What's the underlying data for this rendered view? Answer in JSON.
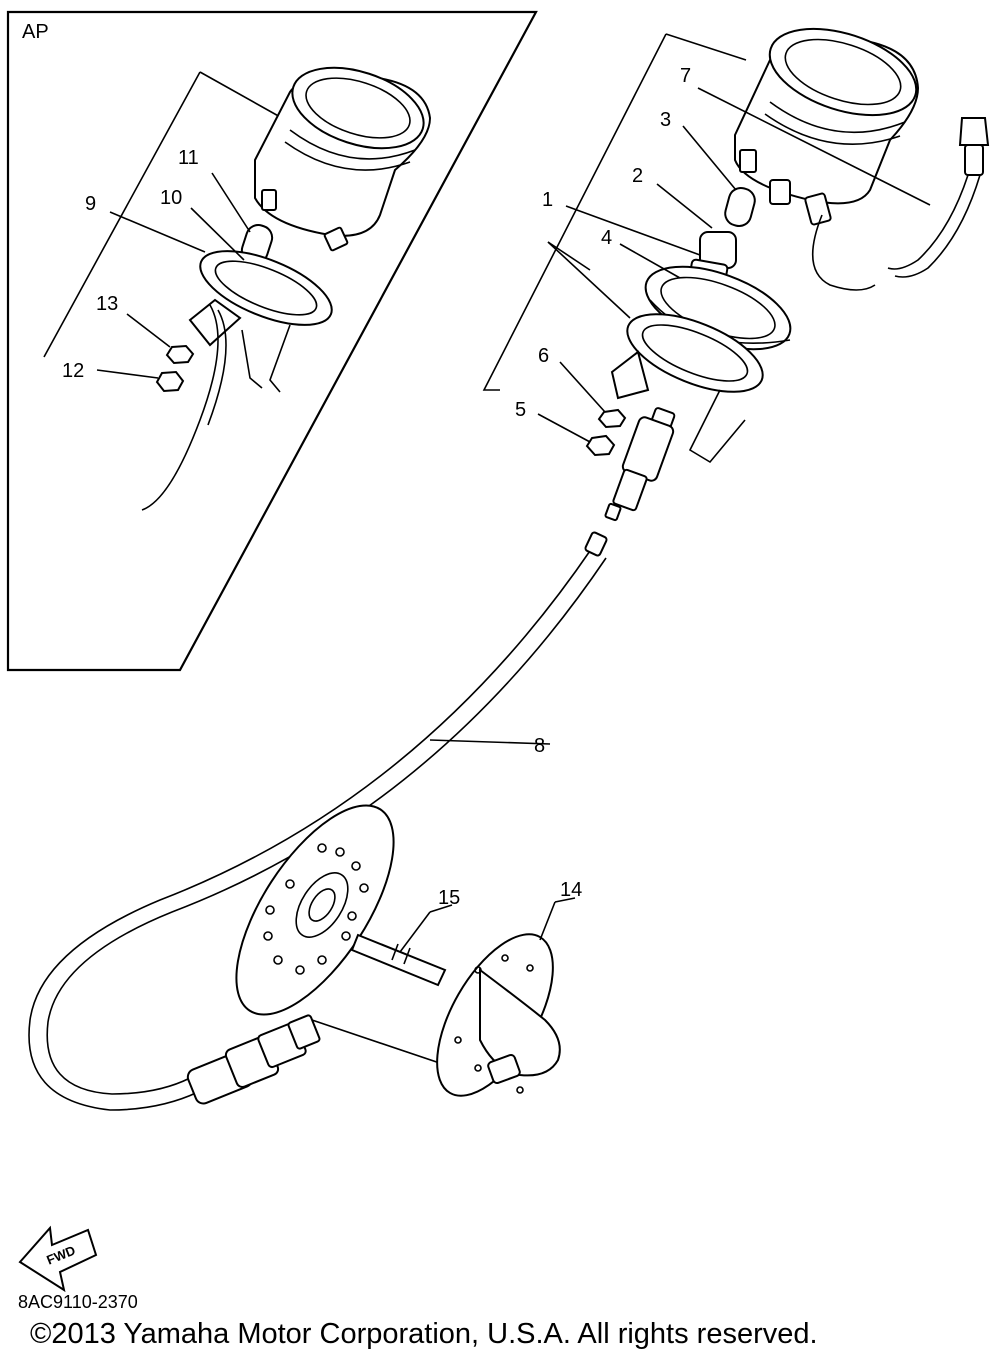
{
  "inset": {
    "label": "AP"
  },
  "callouts": [
    "1",
    "2",
    "3",
    "4",
    "5",
    "6",
    "7",
    "8",
    "9",
    "10",
    "11",
    "12",
    "13",
    "14",
    "15"
  ],
  "fwd_icon": {
    "name": "fwd-arrow-icon",
    "text": "FWD"
  },
  "drawing_number": "8AC9110-2370",
  "copyright": "©2013 Yamaha Motor Corporation, U.S.A. All rights reserved."
}
